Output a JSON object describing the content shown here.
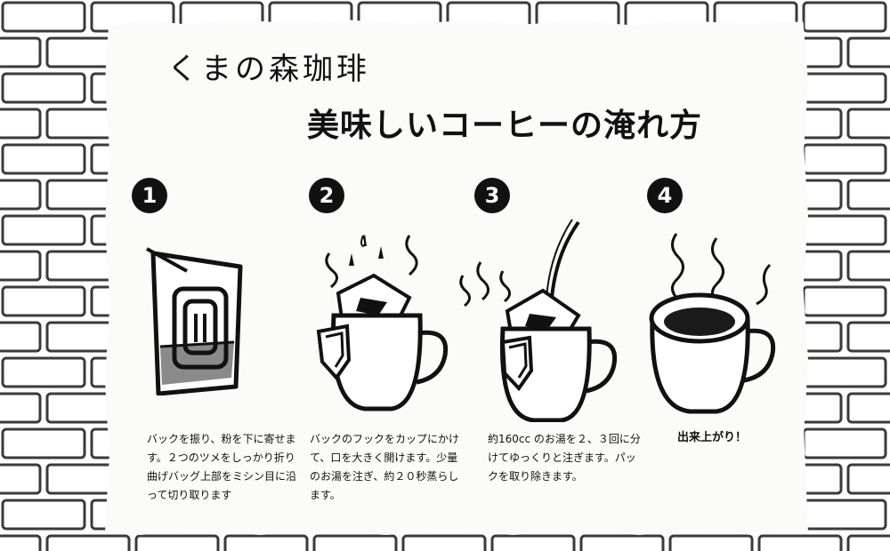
{
  "brand": {
    "logo_text": "くまの森珈琲"
  },
  "title": "美味しいコーヒーの淹れ方",
  "steps": [
    {
      "number": "1",
      "caption": "バックを振り、粉を下に寄せます。２つのツメをしっかり折り曲げバッグ上部をミシン目に沿って切り取ります"
    },
    {
      "number": "2",
      "caption": "バックのフックをカップにかけて、口を大きく開けます。少量のお湯を注ぎ、約２０秒蒸らします。"
    },
    {
      "number": "3",
      "caption": "約160cc のお湯を２、３回に分けてゆっくりと注ぎます。パックを取り除きます。"
    },
    {
      "number": "4",
      "caption": "出来上がり！"
    }
  ],
  "colors": {
    "ink": "#111111",
    "paper": "#fbfbfa",
    "brick_line": "#3a3a3a",
    "coffee": "#1a1a1a",
    "grounds": "#8a8a8a"
  },
  "icons": [
    "drip-bag-icon",
    "drip-bag-on-cup-icon",
    "pouring-kettle-cup-icon",
    "steaming-coffee-cup-icon"
  ]
}
